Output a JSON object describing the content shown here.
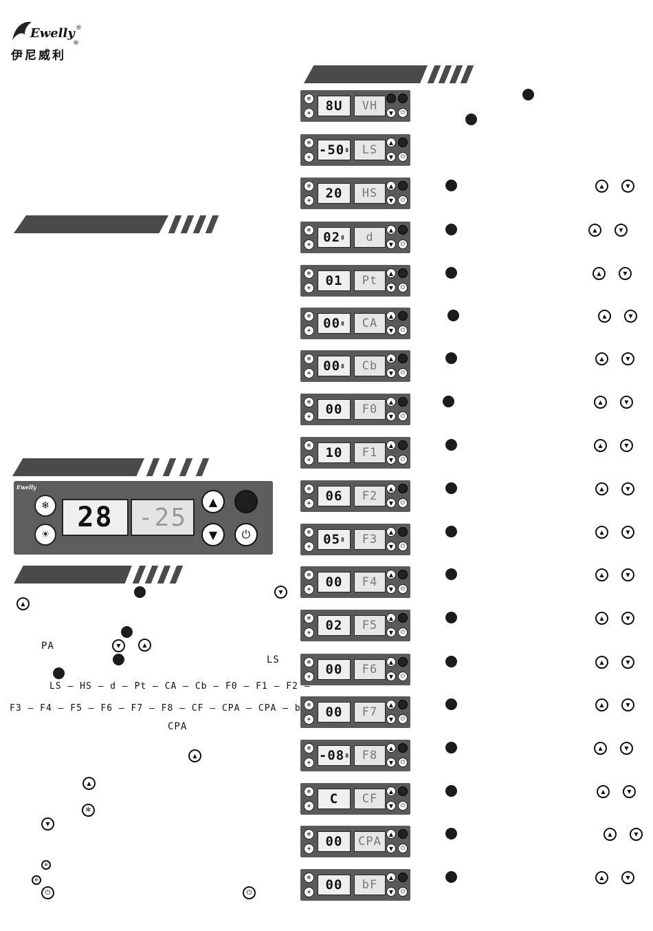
{
  "brand": {
    "name": "Ewelly",
    "registered": "®",
    "chinese": "伊尼威利"
  },
  "main_panel": {
    "left_value": "28",
    "right_value": "-25",
    "brand": "Ewelly"
  },
  "param_menu": {
    "code_pa": "PA",
    "code_ls": "LS",
    "code_cpa": "CPA",
    "sequence_line1": "LS — HS — d — Pt — CA — Cb — F0 — F1 — F2 —",
    "sequence_line2": "F3 — F4 — F5 — F6 — F7 — F8 — CF — CPA — CPA — bF"
  },
  "parameters": [
    {
      "value": "8U",
      "code": "VH",
      "sup": ""
    },
    {
      "value": "-50",
      "code": "LS",
      "sup": "8"
    },
    {
      "value": "20",
      "code": "HS",
      "sup": ""
    },
    {
      "value": "02",
      "code": "d",
      "sup": "8"
    },
    {
      "value": "01",
      "code": "Pt",
      "sup": ""
    },
    {
      "value": "00",
      "code": "CA",
      "sup": "8"
    },
    {
      "value": "00",
      "code": "Cb",
      "sup": "8"
    },
    {
      "value": "00",
      "code": "F0",
      "sup": ""
    },
    {
      "value": "10",
      "code": "F1",
      "sup": ""
    },
    {
      "value": "06",
      "code": "F2",
      "sup": ""
    },
    {
      "value": "05",
      "code": "F3",
      "sup": "8"
    },
    {
      "value": "00",
      "code": "F4",
      "sup": ""
    },
    {
      "value": "02",
      "code": "F5",
      "sup": ""
    },
    {
      "value": "00",
      "code": "F6",
      "sup": ""
    },
    {
      "value": "00",
      "code": "F7",
      "sup": ""
    },
    {
      "value": "-08",
      "code": "F8",
      "sup": "8"
    },
    {
      "value": "C",
      "code": "CF",
      "sup": ""
    },
    {
      "value": "00",
      "code": "CPA",
      "sup": ""
    },
    {
      "value": "00",
      "code": "bF",
      "sup": ""
    }
  ]
}
